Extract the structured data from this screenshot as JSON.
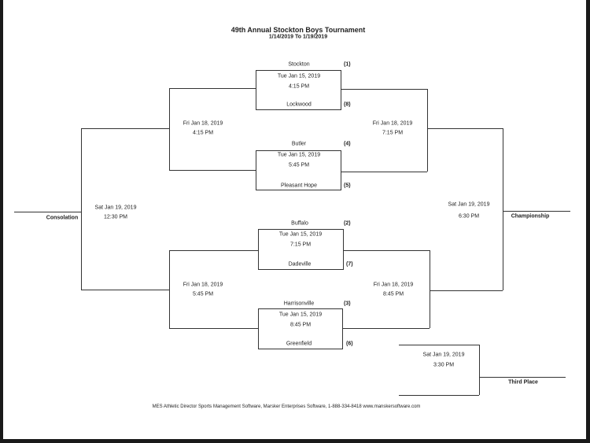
{
  "header": {
    "title": "49th Annual Stockton Boys Tournament",
    "dates": "1/14/2019 To 1/19/2019"
  },
  "first_round": [
    {
      "top_team": "Stockton",
      "top_seed": "(1)",
      "date": "Tue Jan 15, 2019",
      "time": "4:15 PM",
      "bottom_team": "Lockwood",
      "bottom_seed": "(8)"
    },
    {
      "top_team": "Butler",
      "top_seed": "(4)",
      "date": "Tue Jan 15, 2019",
      "time": "5:45 PM",
      "bottom_team": "Pleasant Hope",
      "bottom_seed": "(5)"
    },
    {
      "top_team": "Buffalo",
      "top_seed": "(2)",
      "date": "Tue Jan 15, 2019",
      "time": "7:15 PM",
      "bottom_team": "Dadeville",
      "bottom_seed": "(7)"
    },
    {
      "top_team": "Harrisonville",
      "top_seed": "(3)",
      "date": "Tue Jan 15, 2019",
      "time": "8:45 PM",
      "bottom_team": "Greenfield",
      "bottom_seed": "(6)"
    }
  ],
  "semis": {
    "left_upper": {
      "date": "Fri Jan 18, 2019",
      "time": "4:15 PM"
    },
    "right_upper": {
      "date": "Fri Jan 18, 2019",
      "time": "7:15 PM"
    },
    "left_lower": {
      "date": "Fri Jan 18, 2019",
      "time": "5:45 PM"
    },
    "right_lower": {
      "date": "Fri Jan 18, 2019",
      "time": "8:45 PM"
    }
  },
  "finals": {
    "consolation": {
      "label": "Consolation",
      "date": "Sat Jan 19, 2019",
      "time": "12:30 PM"
    },
    "championship": {
      "label": "Championship",
      "date": "Sat Jan 19, 2019",
      "time": "6:30 PM"
    },
    "third_place": {
      "label": "Third Place",
      "date": "Sat Jan 19, 2019",
      "time": "3:30 PM"
    }
  },
  "footer": "MES Athletic Director Sports Management Software, Marsker Enterprises Software, 1-888-334-8418   www.manskersoftware.com"
}
